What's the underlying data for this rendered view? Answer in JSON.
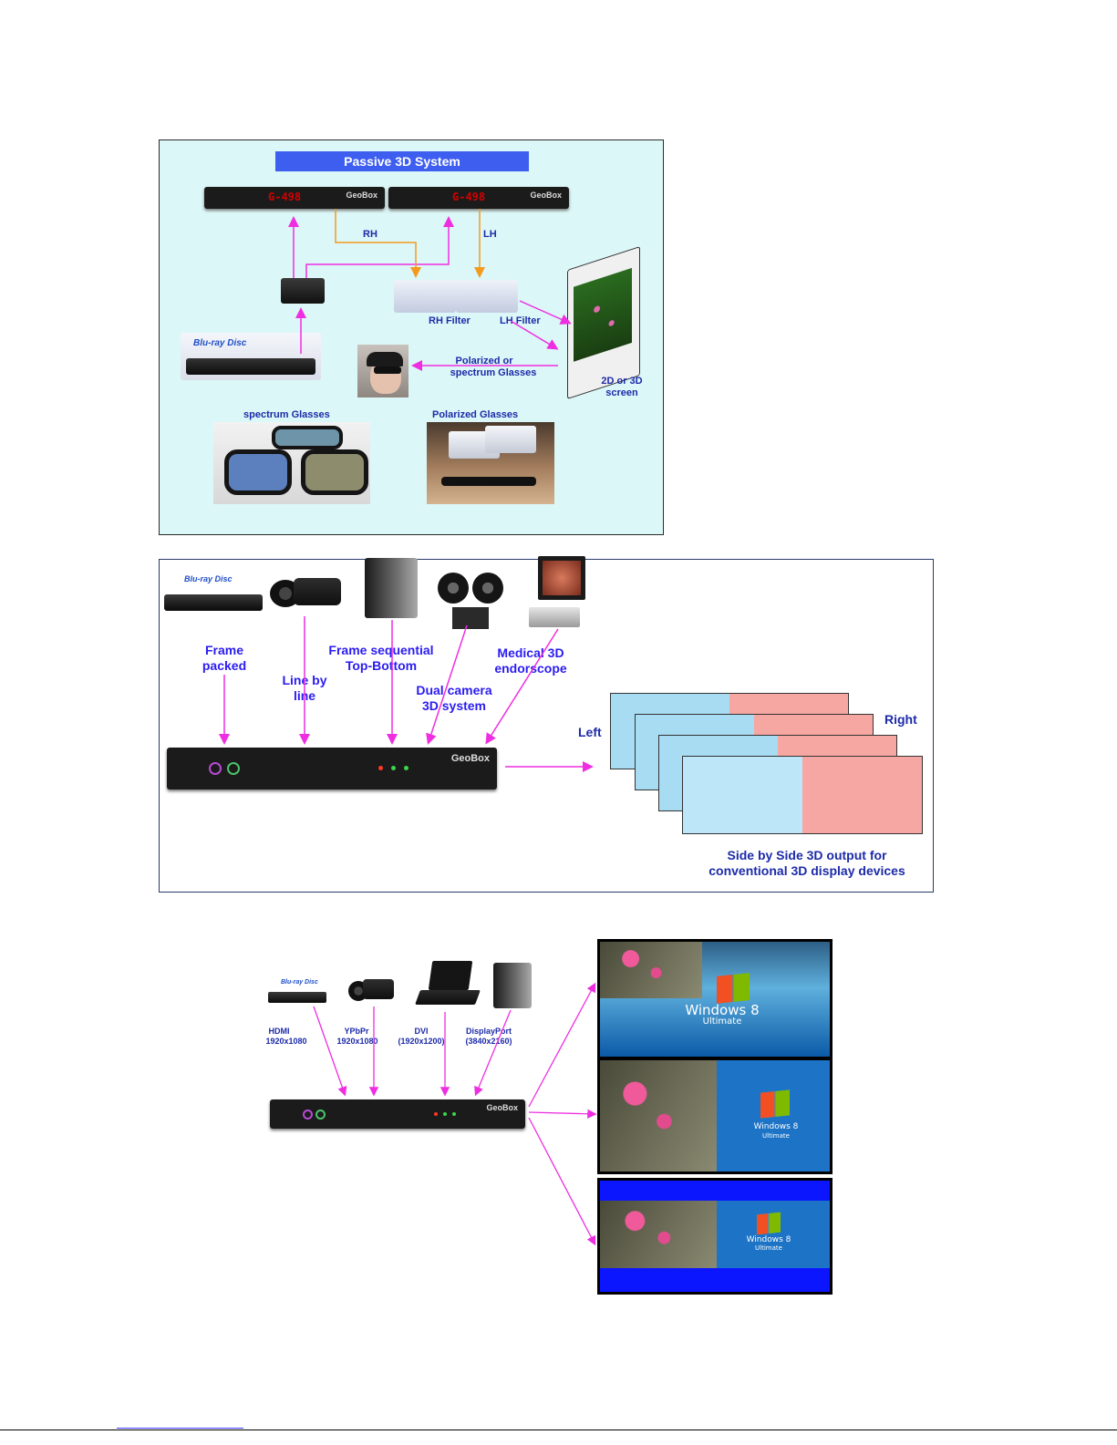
{
  "panel1": {
    "title": "Passive 3D System",
    "devices": {
      "left_display": "G-498",
      "right_display": "G-498",
      "brand": "GeoBox"
    },
    "labels": {
      "rh": "RH",
      "lh": "LH",
      "rh_filter": "RH Filter",
      "lh_filter": "LH Filter",
      "glasses_line1": "Polarized or",
      "glasses_line2": "spectrum Glasses",
      "screen_line1": "2D or 3D",
      "screen_line2": "screen",
      "spectrum_glasses": "spectrum Glasses",
      "polarized_glasses": "Polarized Glasses",
      "bluray": "Blu-ray Disc"
    }
  },
  "panel2": {
    "brand": "GeoBox",
    "bluray": "Blu-ray Disc",
    "sources": [
      {
        "line1": "Frame",
        "line2": "packed"
      },
      {
        "line1": "Line by",
        "line2": "line"
      },
      {
        "line1": "Frame sequential",
        "line2": "Top-Bottom"
      },
      {
        "line1": "Dual camera",
        "line2": "3D system"
      },
      {
        "line1": "Medical 3D",
        "line2": "endorscope"
      }
    ],
    "left_label": "Left",
    "right_label": "Right",
    "caption_line1": "Side by Side 3D output for",
    "caption_line2": "conventional 3D display devices"
  },
  "panel3": {
    "brand": "GeoBox",
    "bluray": "Blu-ray Disc",
    "inputs": [
      {
        "name": "HDMI",
        "res": "1920x1080"
      },
      {
        "name": "YPbPr",
        "res": "1920x1080"
      },
      {
        "name": "DVI",
        "res": "(1920x1200)"
      },
      {
        "name": "DisplayPort",
        "res": "(3840x2160)"
      }
    ],
    "outputs": [
      {
        "os": "Windows 8",
        "edition": "Ultimate"
      },
      {
        "os": "Windows 8",
        "edition": "Ultimate"
      },
      {
        "os": "Windows 8",
        "edition": "Ultimate"
      }
    ]
  },
  "colors": {
    "arrow_pink": "#ee2ee0",
    "arrow_orange": "#f39a1e",
    "label_blue": "#1c2ba8",
    "banner_blue": "#3e5ef0"
  }
}
